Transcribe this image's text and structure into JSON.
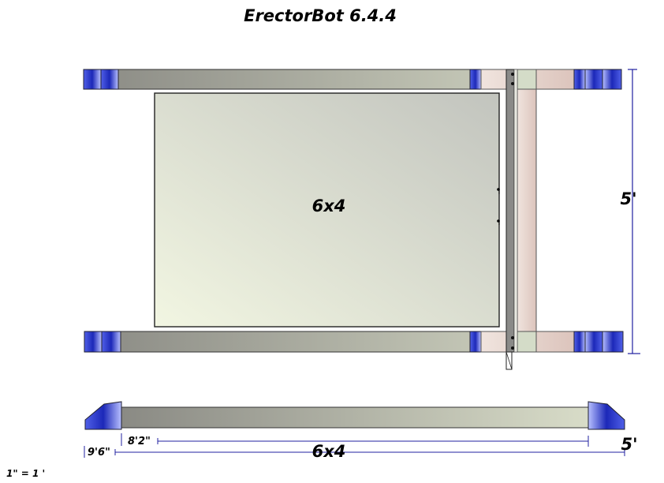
{
  "title": "ErectorBot 6.4.4",
  "plan_view": {
    "table_label": "6x4",
    "height_dimension": "5'"
  },
  "side_view": {
    "label": "6x4",
    "inner_dimension": "8'2\"",
    "overall_dimension": "9'6\"",
    "depth_dimension": "5'"
  },
  "scale_note": "1\" = 1 '",
  "colors": {
    "wheel_blue": "#2030c0",
    "dimension_line": "#2020a0",
    "rail_gray": "#8c8c86",
    "carriage_pink": "#e8d4cc"
  }
}
